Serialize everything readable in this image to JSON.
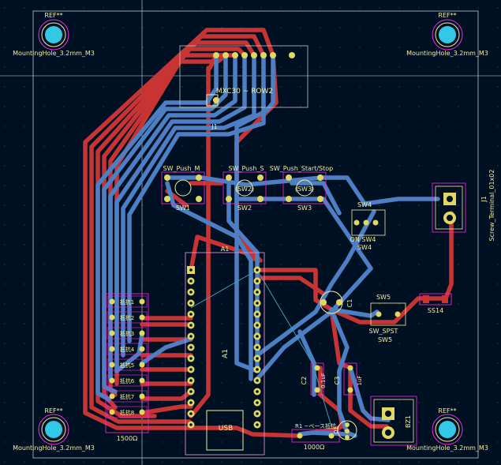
{
  "colors": {
    "background": "#001023",
    "front_copper": "#c83434",
    "back_copper": "#4d7fc4",
    "silkscreen": "#f2eda1",
    "fab_outline": "#c2c2c2",
    "courtyard": "#ff26e2",
    "pad": "#e0d860",
    "mounting_hole": "#33c9e6",
    "grid": "#3a4a66"
  },
  "labels": {
    "ref_tl": "REF**",
    "ref_tr": "REF**",
    "ref_bl": "REF**",
    "ref_br": "REF**",
    "mh_tl": "MountingHole_3.2mm_M3",
    "mh_tr": "MountingHole_3.2mm_M3",
    "mh_bl": "MountingHole_3.2mm_M3",
    "mh_br": "MountingHole_3.2mm_M3",
    "j_top": "MXC30 ~ ROW2",
    "j_top_ref": "J1",
    "sw_push_m": "SW_Push_M",
    "sw_push_s": "SW_Push_S",
    "sw_push_ss": "SW_Push_Start/Stop",
    "sw1": "SW1",
    "sw2": "SW2",
    "sw3": "SW3",
    "sw2_in": "(SW2)",
    "sw3_in": "(SW3)",
    "sw4": "SW4",
    "sw4_sub": "ON SW4",
    "sw4_val": "SW4",
    "sw5": "SW5",
    "sw5_spst": "SW_SPST",
    "sw5_val": "SW5",
    "a1": "A1",
    "a1_body": "A1",
    "usb": "USB",
    "j1": "J1",
    "screw_terminal": "Screw_Terminal_01x02",
    "ss14": "SS14",
    "c1": "C1",
    "c2": "C2",
    "c3": "C3",
    "c2_val": "0.1uF",
    "c3_val": "1uF",
    "r1": "R1 ~ベース抵抗",
    "r1_val": "1000Ω",
    "bz1": "BZ1",
    "q1": "Q1",
    "res_array": "1500Ω"
  },
  "res_rows": [
    "抵抗1",
    "抵抗2",
    "抵抗3",
    "抵抗4",
    "抵抗5",
    "抵抗6",
    "抵抗7",
    "抵抗8"
  ]
}
